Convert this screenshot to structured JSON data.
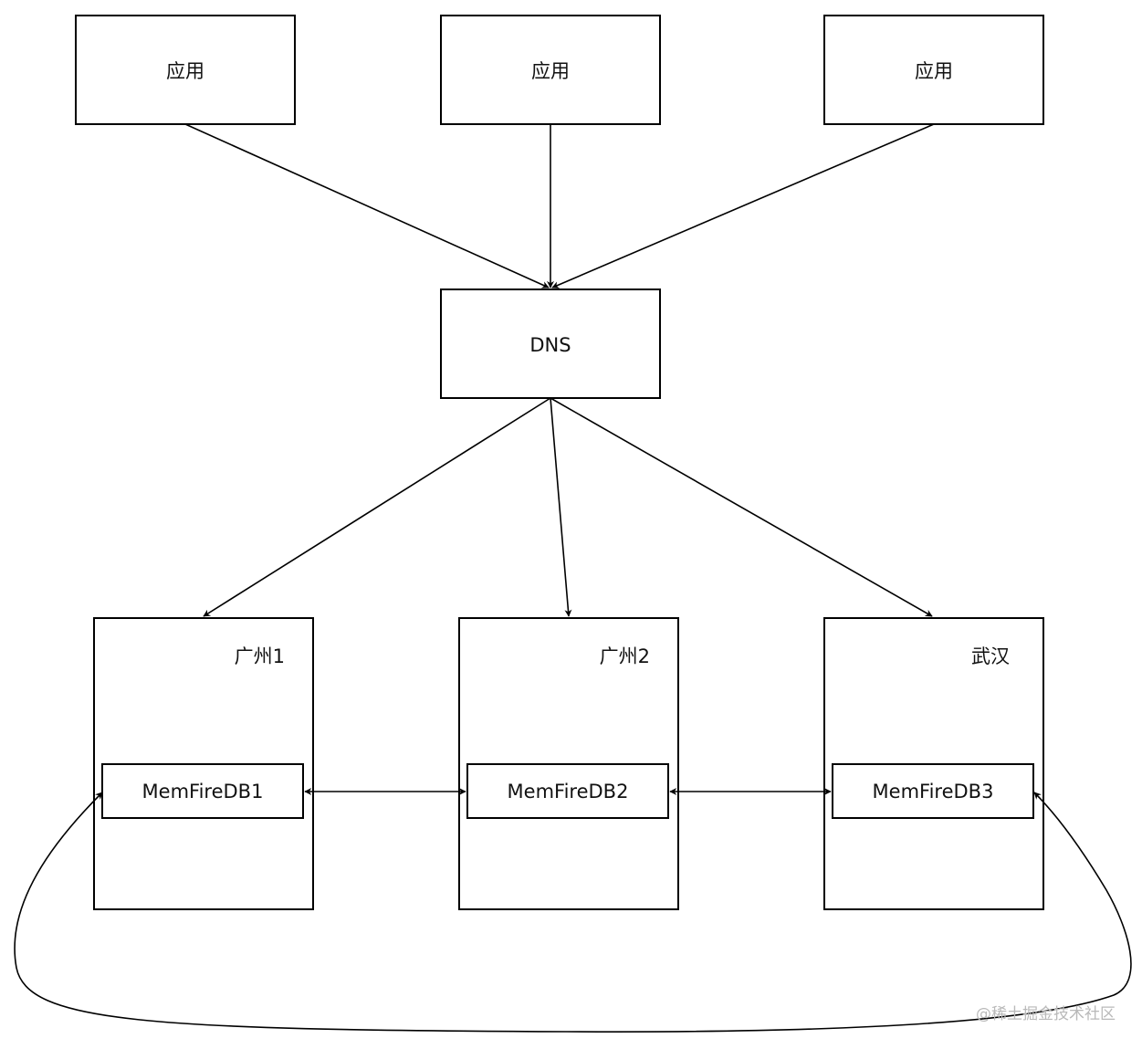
{
  "apps": [
    {
      "label": "应用"
    },
    {
      "label": "应用"
    },
    {
      "label": "应用"
    }
  ],
  "dns": {
    "label": "DNS"
  },
  "regions": [
    {
      "label": "广州1",
      "db": "MemFireDB1"
    },
    {
      "label": "广州2",
      "db": "MemFireDB2"
    },
    {
      "label": "武汉",
      "db": "MemFireDB3"
    }
  ],
  "watermark": "@稀土掘金技术社区",
  "colors": {
    "stroke": "#000000",
    "background": "#ffffff",
    "watermark": "#b9b9b9"
  }
}
